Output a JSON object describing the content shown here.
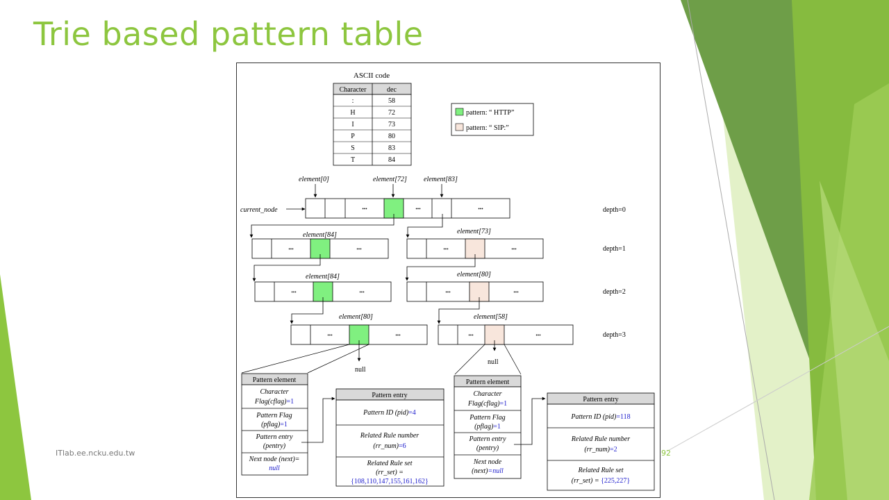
{
  "slide": {
    "title": "Trie based pattern table",
    "footer": "ITlab.ee.ncku.edu.tw",
    "slide_number": "92"
  },
  "ascii_table": {
    "caption": "ASCII code",
    "headers": [
      "Character",
      "dec"
    ],
    "rows": [
      [
        ":",
        "58"
      ],
      [
        "H",
        "72"
      ],
      [
        "I",
        "73"
      ],
      [
        "P",
        "80"
      ],
      [
        "S",
        "83"
      ],
      [
        "T",
        "84"
      ]
    ]
  },
  "legend": {
    "http_label": "pattern: “  HTTP”",
    "sip_label": "pattern: “  SIP:”"
  },
  "trie": {
    "element_0": "element[0]",
    "element_72": "element[72]",
    "element_83": "element[83]",
    "element_84a": "element[84]",
    "element_73": "element[73]",
    "element_84b": "element[84]",
    "element_80a": "element[80]",
    "element_80b": "element[80]",
    "element_58": "element[58]",
    "current_node": "current_node",
    "ellipsis": "•••",
    "depth0": "depth=0",
    "depth1": "depth=1",
    "depth2": "depth=2",
    "depth3": "depth=3",
    "null": "null"
  },
  "pattern_element_left": {
    "title": "Pattern element",
    "cflag_l1": "Character",
    "cflag_l2a": "Flag(cflag)",
    "cflag_l2b": "=1",
    "pflag_l1": "Pattern Flag",
    "pflag_l2a": "(pflag)",
    "pflag_l2b": "=1",
    "pentry_l1": "Pattern entry",
    "pentry_l2": "(pentry)",
    "next_l1": "Next node (next)=",
    "next_l2": "null"
  },
  "pattern_entry_left": {
    "title": "Pattern entry",
    "pid_a": "Pattern ID (pid)",
    "pid_b": "=4",
    "rr_l1": "Related Rule number",
    "rr_l2a": "(rr_num)",
    "rr_l2b": "=6",
    "set_l1": "Related Rule set",
    "set_l2": "(rr_set) =",
    "set_l3": "{108,110,147,155,161,162}"
  },
  "pattern_element_right": {
    "title": "Pattern element",
    "cflag_l1": "Character",
    "cflag_l2a": "Flag(cflag)",
    "cflag_l2b": "=1",
    "pflag_l1": "Pattern Flag",
    "pflag_l2a": "(pflag)",
    "pflag_l2b": "=1",
    "pentry_l1": "Pattern entry",
    "pentry_l2": "(pentry)",
    "next_l1": "Next node",
    "next_l2a": "(next)",
    "next_l2b": "=null"
  },
  "pattern_entry_right": {
    "title": "Pattern entry",
    "pid_a": "Pattern ID (pid)",
    "pid_b": "=118",
    "rr_l1": "Related Rule number",
    "rr_l2a": "(rr_num)",
    "rr_l2b": "=2",
    "set_l1": "Related Rule set",
    "set_l2a": "(rr_set) = ",
    "set_l2b": "{225,227}"
  },
  "colors": {
    "accent_green": "#8dc63f",
    "http_fill": "#80f080",
    "sip_fill": "#f8e6dc",
    "header_fill": "#d9d9d9",
    "value_blue": "#1a1acc"
  }
}
